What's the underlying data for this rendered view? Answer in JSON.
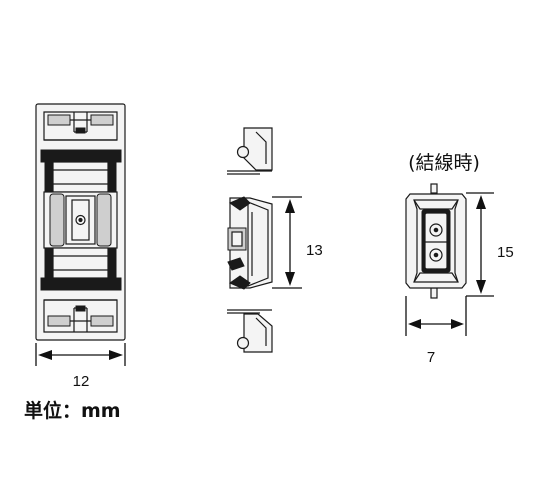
{
  "front_view": {
    "width_label": "12"
  },
  "side_view": {
    "height_label": "13"
  },
  "wired_view": {
    "caption": "(結線時)",
    "height_label": "15",
    "width_label": "7"
  },
  "unit_label": "単位：mm"
}
